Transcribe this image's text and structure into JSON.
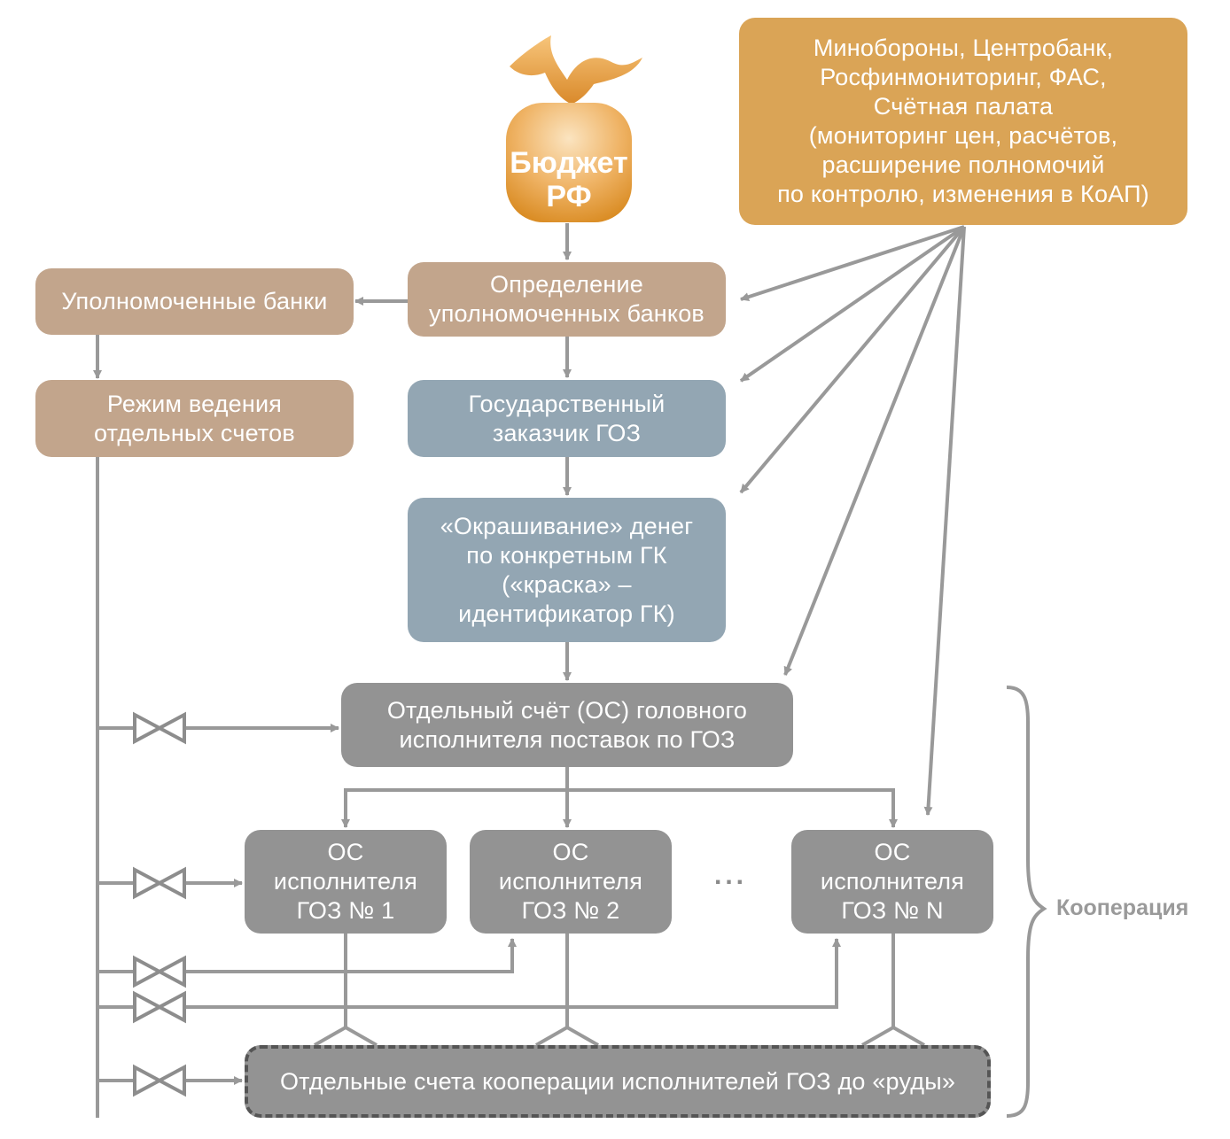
{
  "budget": {
    "lines": [
      "Бюджет",
      "РФ"
    ]
  },
  "regulators": {
    "lines": [
      "Минобороны, Центробанк,",
      "Росфинмониторинг, ФАС,",
      "Счётная палата",
      "(мониторинг цен, расчётов,",
      "расширение полномочий",
      "по контролю, изменения в КоАП)"
    ]
  },
  "authorized_banks": {
    "lines": [
      "Уполномоченные банки"
    ]
  },
  "bank_definition": {
    "lines": [
      "Определение",
      "уполномоченных банков"
    ]
  },
  "separate_accounts_mode": {
    "lines": [
      "Режим ведения",
      "отдельных счетов"
    ]
  },
  "state_customer": {
    "lines": [
      "Государственный",
      "заказчик ГОЗ"
    ]
  },
  "coloring": {
    "lines": [
      "«Окрашивание» денег",
      "по конкретным ГК",
      "(«краска» –",
      "идентификатор ГК)"
    ]
  },
  "head_contractor_account": {
    "lines": [
      "Отдельный счёт (ОС) головного",
      "исполнителя поставок по ГОЗ"
    ]
  },
  "contractor_accounts": [
    {
      "lines": [
        "ОС",
        "исполнителя",
        "ГОЗ № 1"
      ]
    },
    {
      "lines": [
        "ОС",
        "исполнителя",
        "ГОЗ № 2"
      ]
    },
    {
      "lines": [
        "ОС",
        "исполнителя",
        "ГОЗ № N"
      ]
    }
  ],
  "ellipsis": "...",
  "cooperation_accounts": {
    "lines": [
      "Отдельные счета кооперации исполнителей ГОЗ до «руды»"
    ]
  },
  "cooperation_label": "Кооперация",
  "colors": {
    "tan": "#c2a58c",
    "blue": "#93a6b3",
    "gray": "#939393",
    "orange": "#daa456",
    "line": "#999999"
  },
  "icons": [
    "money-bag-icon",
    "valve-icon",
    "brace-icon"
  ]
}
